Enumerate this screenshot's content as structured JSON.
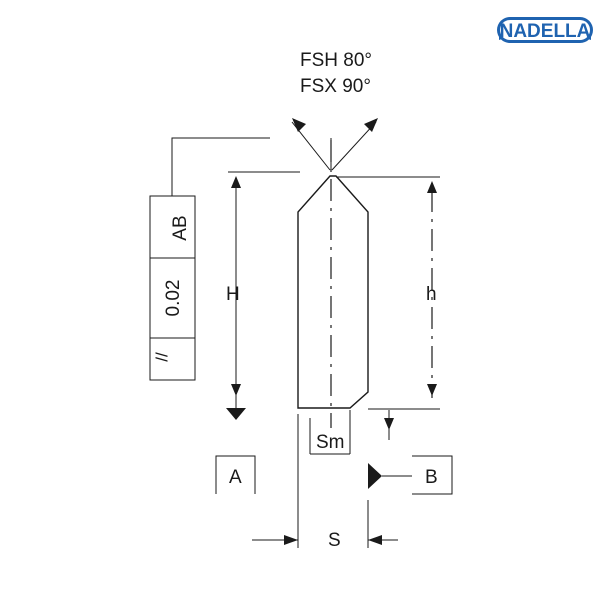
{
  "brand": {
    "name": "NADELLA",
    "color": "#1f63b0"
  },
  "labels": {
    "angle_fsh": "FSH 80°",
    "angle_fsx": "FSX 90°",
    "height_total": "H",
    "height_body": "h",
    "chamfer_offset": "Sm",
    "thickness": "S",
    "datum_a": "A",
    "datum_b": "B",
    "tolerance_datum": "AB",
    "tolerance_value": "0.02",
    "tolerance_symbol": "//"
  }
}
